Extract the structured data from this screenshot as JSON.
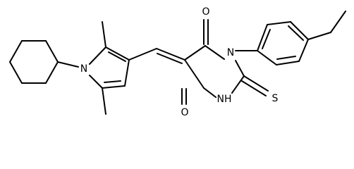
{
  "structure": {
    "colors": {
      "bond": "#000000",
      "background": "#ffffff"
    },
    "atom_labels": {
      "ring_nitrogen": "N",
      "pyrimidine_n1": "N",
      "pyrimidine_nh": "NH",
      "upper_oxygen": "O",
      "lower_oxygen": "O",
      "thione_sulfur": "S"
    }
  }
}
